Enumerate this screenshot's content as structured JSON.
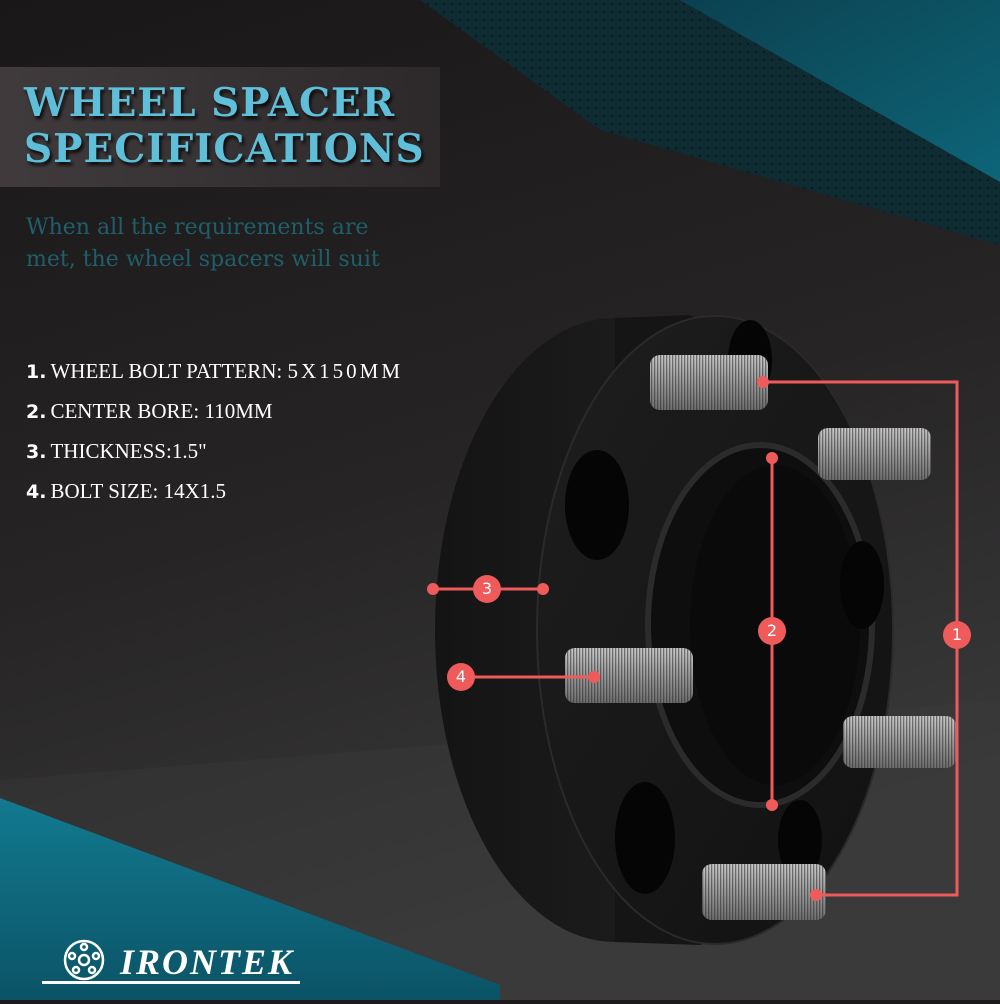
{
  "header": {
    "title_line1": "WHEEL SPACER",
    "title_line2": "SPECIFICATIONS",
    "subtitle": "When all the requirements are met, the wheel spacers will suit"
  },
  "specs": [
    {
      "num": "1.",
      "label": "WHEEL BOLT PATTERN:",
      "value": "5X150MM"
    },
    {
      "num": "2.",
      "label": "CENTER BORE:",
      "value": "110MM"
    },
    {
      "num": "3.",
      "label": "THICKNESS:",
      "value": "1.5\""
    },
    {
      "num": "4.",
      "label": "BOLT SIZE:",
      "value": "14X1.5"
    }
  ],
  "callouts": [
    {
      "id": "1",
      "meaning": "bolt-pattern"
    },
    {
      "id": "2",
      "meaning": "center-bore"
    },
    {
      "id": "3",
      "meaning": "thickness"
    },
    {
      "id": "4",
      "meaning": "bolt-size"
    }
  ],
  "brand": {
    "name": "IRONTEK",
    "icon": "wheel-logo-icon"
  },
  "colors": {
    "title": "#5fbfd9",
    "subtitle": "#1f5f6a",
    "callout": "#ef5b5b",
    "teal_band": "#0f6a80",
    "background": "#1c1a1b"
  }
}
